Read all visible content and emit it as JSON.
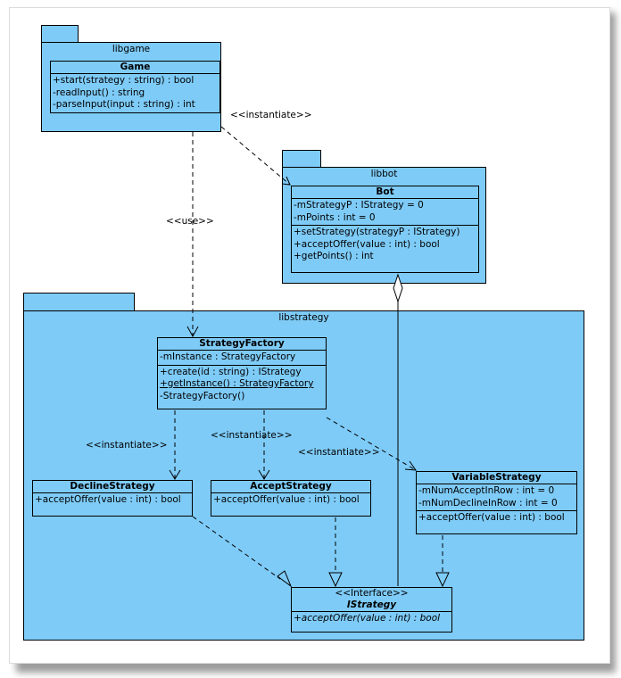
{
  "packages": {
    "libgame": {
      "name": "libgame"
    },
    "libbot": {
      "name": "libbot"
    },
    "libstrategy": {
      "name": "libstrategy"
    }
  },
  "classes": {
    "game": {
      "name": "Game",
      "attributes": [],
      "operations": [
        "+start(strategy : string) : bool",
        "-readInput() : string",
        "-parseInput(input : string) : int"
      ]
    },
    "bot": {
      "name": "Bot",
      "attributes": [
        "-mStrategyP : IStrategy = 0",
        "-mPoints : int = 0"
      ],
      "operations": [
        "+setStrategy(strategyP : IStrategy)",
        "+acceptOffer(value : int) : bool",
        "+getPoints() : int"
      ]
    },
    "strategy_factory": {
      "name": "StrategyFactory",
      "attributes": [
        "-mInstance : StrategyFactory"
      ],
      "operations": [
        "+create(id : string) : IStrategy",
        "+getInstance() : StrategyFactory",
        "-StrategyFactory()"
      ]
    },
    "decline_strategy": {
      "name": "DeclineStrategy",
      "operations": [
        "+acceptOffer(value : int) : bool"
      ]
    },
    "accept_strategy": {
      "name": "AcceptStrategy",
      "operations": [
        "+acceptOffer(value : int) : bool"
      ]
    },
    "variable_strategy": {
      "name": "VariableStrategy",
      "attributes": [
        "-mNumAcceptInRow : int = 0",
        "-mNumDeclineInRow : int = 0"
      ],
      "operations": [
        "+acceptOffer(value : int) : bool"
      ]
    },
    "istrategy": {
      "stereotype": "<<Interface>>",
      "name": "IStrategy",
      "operations": [
        "+acceptOffer(value : int) : bool"
      ]
    }
  },
  "edge_labels": {
    "game_bot": "<<instantiate>>",
    "game_factory": "<<use>>",
    "factory_decline": "<<instantiate>>",
    "factory_accept": "<<instantiate>>",
    "factory_variable": "<<instantiate>>"
  },
  "colors": {
    "fill": "#7ecbf7",
    "line": "#000000"
  }
}
